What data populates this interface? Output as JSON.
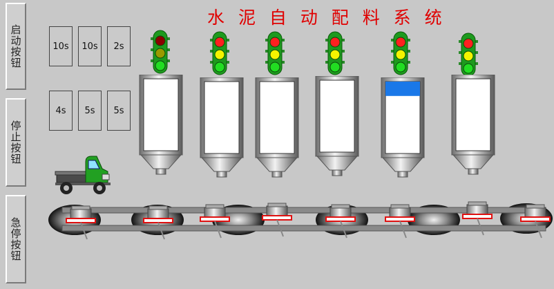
{
  "title": "水 泥 自 动 配 料 系 统",
  "buttons": [
    {
      "label": "启动按钮"
    },
    {
      "label": "停止按钮"
    },
    {
      "label": "急停按钮"
    }
  ],
  "timers": [
    "10s",
    "10s",
    "2s",
    "4s",
    "5s",
    "5s"
  ],
  "traffic_lights": [
    {
      "top": "darkred",
      "middle": "olive",
      "bottom": "green"
    },
    {
      "top": "red",
      "middle": "yellow",
      "bottom": "green"
    },
    {
      "top": "red",
      "middle": "yellow",
      "bottom": "green"
    },
    {
      "top": "red",
      "middle": "yellow",
      "bottom": "green"
    },
    {
      "top": "red",
      "middle": "yellow",
      "bottom": "green"
    },
    {
      "top": "red",
      "middle": "yellow",
      "bottom": "green"
    }
  ],
  "hoppers": [
    {
      "fill": 0
    },
    {
      "fill": 0
    },
    {
      "fill": 0
    },
    {
      "fill": 0
    },
    {
      "fill": 0.2
    },
    {
      "fill": 0
    }
  ],
  "colors": {
    "background": "#c8c8c8",
    "title": "#e00000",
    "fill": "#1a78e8",
    "light_red": "#ff2020",
    "light_darkred": "#8a0000",
    "light_yellow": "#f4f400",
    "light_olive": "#9a9a00",
    "light_green": "#22dd22"
  }
}
